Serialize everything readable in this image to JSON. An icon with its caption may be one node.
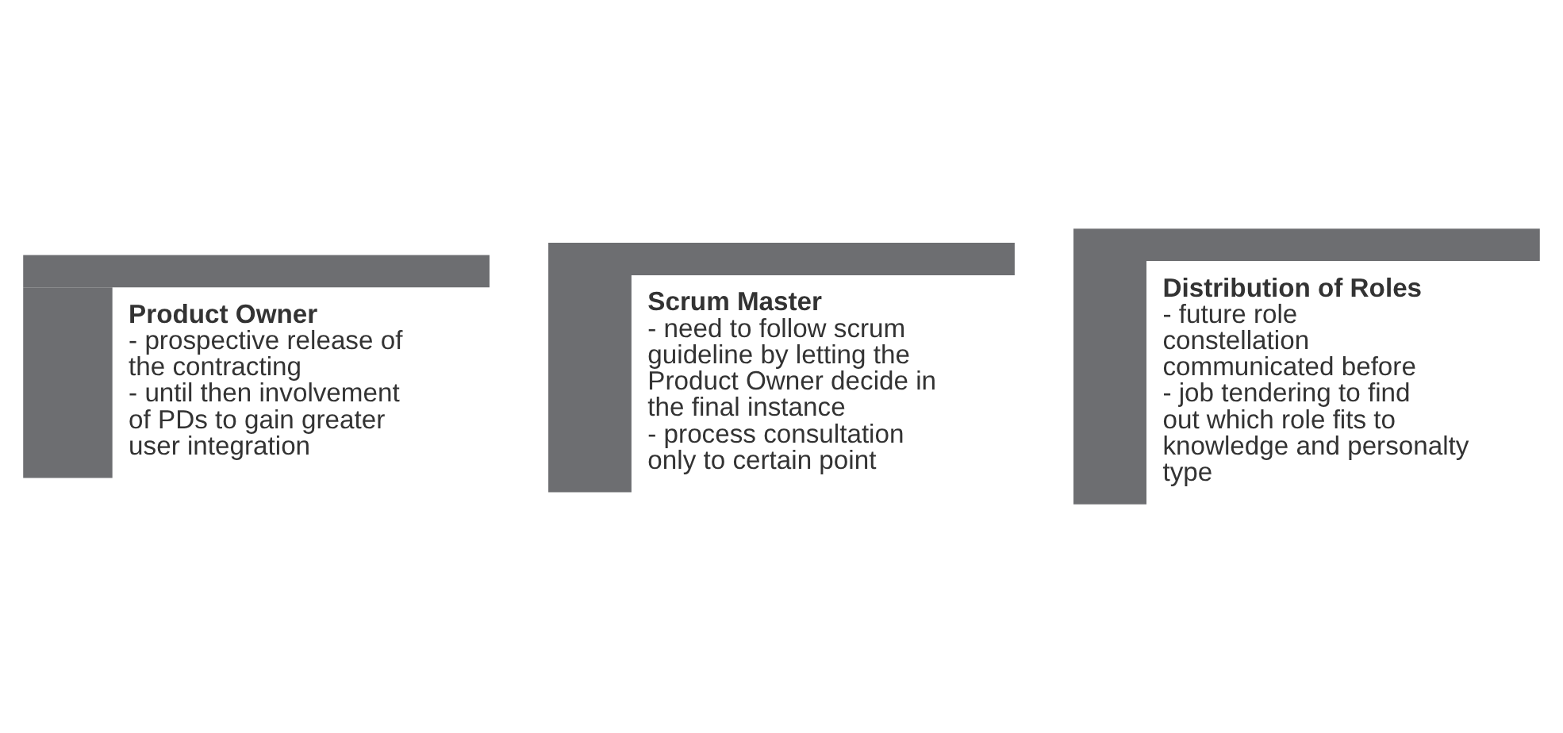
{
  "diagram": {
    "nodes": [
      {
        "text": [
          "Product Owner",
          "- prospective release of the contracting",
          "- until then involvement of PDs to gain greater user integration"
        ]
      },
      {
        "text": [
          "Scrum Master",
          "- need to follow scrum guideline by letting the Product Owner decide in the final instance",
          "- process consultation only to certain point"
        ]
      },
      {
        "text": [
          "Distribution of Roles",
          "- future role constellation communicated before",
          "- job tendering to find out which role fits to knowledge and personalty type"
        ]
      }
    ]
  }
}
